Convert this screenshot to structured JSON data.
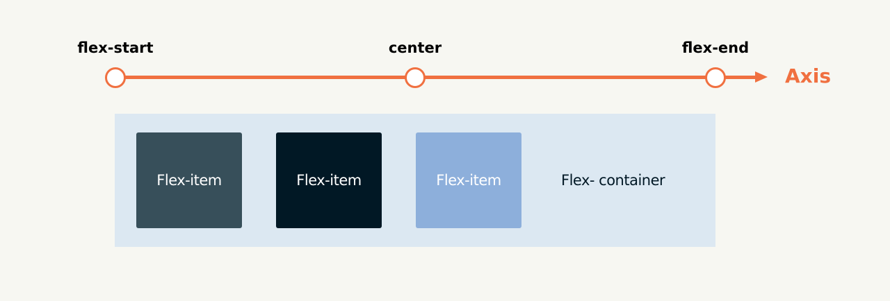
{
  "axis": {
    "title": "Axis",
    "stops": [
      {
        "label": "flex-start",
        "position": "start"
      },
      {
        "label": "center",
        "position": "center"
      },
      {
        "label": "flex-end",
        "position": "end"
      }
    ]
  },
  "container": {
    "label": "Flex- container"
  },
  "items": [
    {
      "label": "Flex-item",
      "color": "#374f5a",
      "text_color": "#ffffff"
    },
    {
      "label": "Flex-item",
      "color": "#011825",
      "text_color": "#ffffff"
    },
    {
      "label": "Flex-item",
      "color": "#8dafdb",
      "text_color": "#ffffff"
    }
  ],
  "colors": {
    "background": "#f7f7f2",
    "accent": "#f07040",
    "container_fill": "#dce8f2",
    "label_text": "#000000",
    "container_text": "#011825"
  }
}
